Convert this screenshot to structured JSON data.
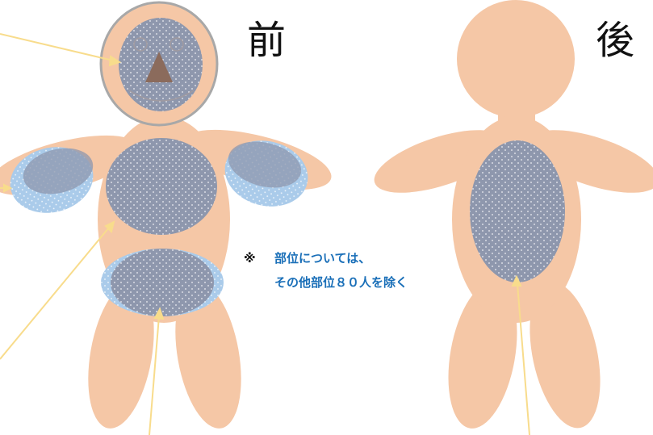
{
  "labels": {
    "front": "前",
    "back": "後"
  },
  "note": {
    "mark": "※",
    "line1": "部位については、",
    "line2": "その他部位８０人を除く"
  },
  "colors": {
    "skin": "#f5c7a6",
    "face_outline": "#a8a8a8",
    "zone_fill": "#8e97ad",
    "zone_light": "#aacbea",
    "nose": "#8b6b5c",
    "pointer": "#f8dc8c",
    "note_text": "#1a6fb8"
  },
  "zones": [
    "head",
    "right-arm",
    "left-arm",
    "chest",
    "abdomen-pelvis",
    "back"
  ]
}
